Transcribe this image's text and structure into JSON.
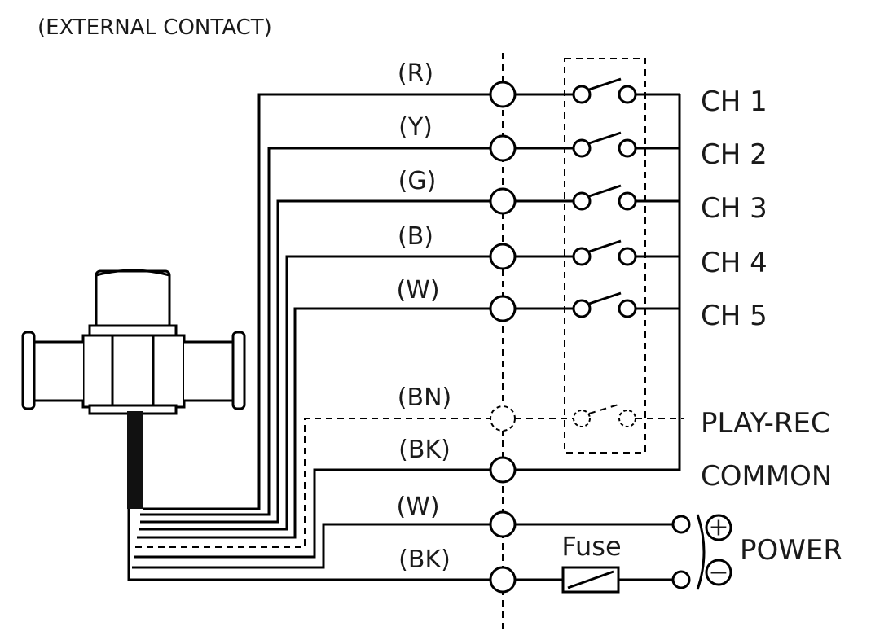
{
  "header": "(EXTERNAL CONTACT)",
  "wire_labels": [
    "(R)",
    "(Y)",
    "(G)",
    "(B)",
    "(W)",
    "(BN)",
    "(BK)",
    "(W)",
    "(BK)"
  ],
  "channel_labels": [
    "CH 1",
    "CH 2",
    "CH 3",
    "CH 4",
    "CH 5",
    "PLAY-REC",
    "COMMON"
  ],
  "power_label": "POWER",
  "fuse_label": "Fuse",
  "plus_sign": "+",
  "minus_sign": "−"
}
